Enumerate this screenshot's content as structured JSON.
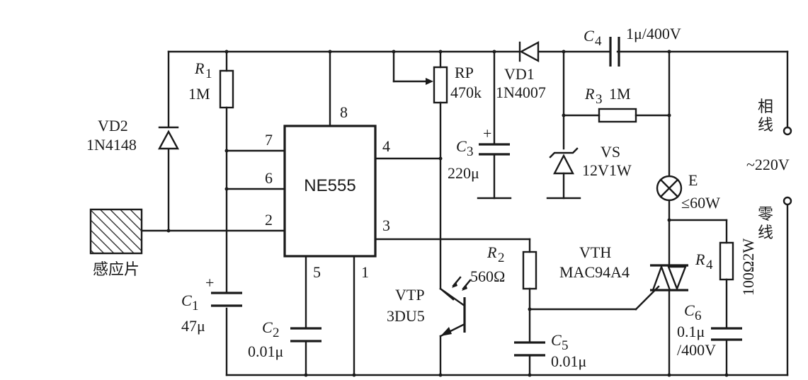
{
  "ic": {
    "name": "NE555",
    "pins": [
      "8",
      "7",
      "6",
      "2",
      "4",
      "3",
      "5",
      "1"
    ]
  },
  "components": {
    "r1": {
      "ref": "R",
      "sub": "1",
      "value": "1M"
    },
    "vd2": {
      "ref": "VD2",
      "value": "1N4148"
    },
    "c1": {
      "ref": "C",
      "sub": "1",
      "value": "47μ",
      "polarity": "+"
    },
    "c2": {
      "ref": "C",
      "sub": "2",
      "value": "0.01μ"
    },
    "rp": {
      "ref": "RP",
      "value": "470k"
    },
    "vd1": {
      "ref": "VD1",
      "value": "1N4007"
    },
    "c3": {
      "ref": "C",
      "sub": "3",
      "value": "220μ",
      "polarity": "+"
    },
    "c4": {
      "ref": "C",
      "sub": "4",
      "value": "1μ/400V"
    },
    "r3": {
      "ref": "R",
      "sub": "3",
      "value": "1M"
    },
    "vs": {
      "ref": "VS",
      "value": "12V1W"
    },
    "lamp": {
      "ref": "E",
      "value": "≤60W"
    },
    "vtp": {
      "ref": "VTP",
      "value": "3DU5"
    },
    "r2": {
      "ref": "R",
      "sub": "2",
      "value": "560Ω"
    },
    "c5": {
      "ref": "C",
      "sub": "5",
      "value": "0.01μ"
    },
    "vth": {
      "ref": "VTH",
      "value": "MAC94A4"
    },
    "r4": {
      "ref": "R",
      "sub": "4",
      "value": "100Ω2W"
    },
    "c6": {
      "ref": "C",
      "sub": "6",
      "value": "0.1μ",
      "value2": "/400V"
    }
  },
  "sensor": {
    "label": "感应片"
  },
  "terminals": {
    "phase": "相线",
    "neutral": "零线",
    "voltage": "~220V"
  }
}
